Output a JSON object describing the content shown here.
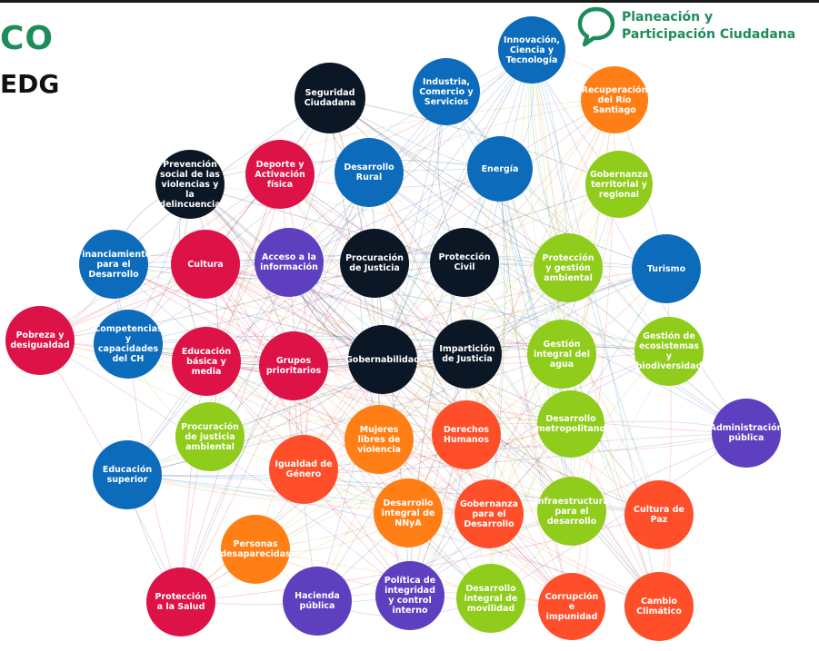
{
  "header": {
    "title": "CO",
    "subtitle": "EDG"
  },
  "logo": {
    "line1": "Planeación y",
    "line2": "Participación Ciudadana",
    "icon": "speech-bubble-icon",
    "color": "#1e8c5a"
  },
  "colors": {
    "navy": "#0c1726",
    "red": "#dd1246",
    "blue": "#0c6bba",
    "purple": "#5d3fc0",
    "green": "#8fcc1c",
    "orange": "#ff7f16",
    "tomato": "#ff4e2a"
  },
  "nodes": [
    {
      "id": "innovacion",
      "label": "Innovación, Ciencia y Tecnología",
      "color": "blue"
    },
    {
      "id": "industria",
      "label": "Industria, Comercio y Servicios",
      "color": "blue"
    },
    {
      "id": "seguridad",
      "label": "Seguridad Ciudadana",
      "color": "navy"
    },
    {
      "id": "rio",
      "label": "Recuperación del Río Santiago",
      "color": "orange"
    },
    {
      "id": "prevencion",
      "label": "Prevención social de las violencias y la delincuencia",
      "color": "navy"
    },
    {
      "id": "deporte",
      "label": "Deporte y Activación física",
      "color": "red"
    },
    {
      "id": "rural",
      "label": "Desarrollo Rural",
      "color": "blue"
    },
    {
      "id": "energia",
      "label": "Energía",
      "color": "blue"
    },
    {
      "id": "gobernanza_terr",
      "label": "Gobernanza territorial y regional",
      "color": "green"
    },
    {
      "id": "financiamiento",
      "label": "Financiamiento para el Desarrollo",
      "color": "blue"
    },
    {
      "id": "cultura",
      "label": "Cultura",
      "color": "red"
    },
    {
      "id": "acceso",
      "label": "Acceso a la información",
      "color": "purple"
    },
    {
      "id": "procuracion",
      "label": "Procuración de Justicia",
      "color": "navy"
    },
    {
      "id": "proteccion_civil",
      "label": "Protección Civil",
      "color": "navy"
    },
    {
      "id": "proteccion_amb",
      "label": "Protección y gestión ambiental",
      "color": "green"
    },
    {
      "id": "turismo",
      "label": "Turismo",
      "color": "blue"
    },
    {
      "id": "pobreza",
      "label": "Pobreza y desigualdad",
      "color": "red"
    },
    {
      "id": "competencias",
      "label": "Competencias y capacidades del CH",
      "color": "blue"
    },
    {
      "id": "educacion_basica",
      "label": "Educación básica y media",
      "color": "red"
    },
    {
      "id": "grupos",
      "label": "Grupos prioritarios",
      "color": "red"
    },
    {
      "id": "gobernabilidad",
      "label": "Gobernabilidad",
      "color": "navy"
    },
    {
      "id": "imparticion",
      "label": "Impartición de Justicia",
      "color": "navy"
    },
    {
      "id": "agua",
      "label": "Gestión integral del agua",
      "color": "green"
    },
    {
      "id": "ecosistemas",
      "label": "Gestión de ecosistemas y biodiversidad",
      "color": "green"
    },
    {
      "id": "procuracion_amb",
      "label": "Procuración de justicia ambiental",
      "color": "green"
    },
    {
      "id": "mujeres",
      "label": "Mujeres libres de violencia",
      "color": "orange"
    },
    {
      "id": "derechos",
      "label": "Derechos Humanos",
      "color": "tomato"
    },
    {
      "id": "metropolitano",
      "label": "Desarrollo metropolitano",
      "color": "green"
    },
    {
      "id": "administracion",
      "label": "Administración pública",
      "color": "purple"
    },
    {
      "id": "educacion_sup",
      "label": "Educación superior",
      "color": "blue"
    },
    {
      "id": "igualdad",
      "label": "Igualdad de Género",
      "color": "tomato"
    },
    {
      "id": "nnya",
      "label": "Desarrollo integral de NNyA",
      "color": "orange"
    },
    {
      "id": "gobernanza_des",
      "label": "Gobernanza para el Desarrollo",
      "color": "tomato"
    },
    {
      "id": "infraestructura",
      "label": "Infraestructura para el desarrollo",
      "color": "green"
    },
    {
      "id": "cultura_paz",
      "label": "Cultura de Paz",
      "color": "tomato"
    },
    {
      "id": "desaparecidas",
      "label": "Personas desaparecidas",
      "color": "orange"
    },
    {
      "id": "salud",
      "label": "Protección a la Salud",
      "color": "red"
    },
    {
      "id": "hacienda",
      "label": "Hacienda pública",
      "color": "purple"
    },
    {
      "id": "integridad",
      "label": "Política de integridad y control interno",
      "color": "purple"
    },
    {
      "id": "movilidad",
      "label": "Desarrollo integral de movilidad",
      "color": "green"
    },
    {
      "id": "corrupcion",
      "label": "Corrupción e impunidad",
      "color": "tomato"
    },
    {
      "id": "cambio",
      "label": "Cambio Climático",
      "color": "tomato"
    }
  ]
}
